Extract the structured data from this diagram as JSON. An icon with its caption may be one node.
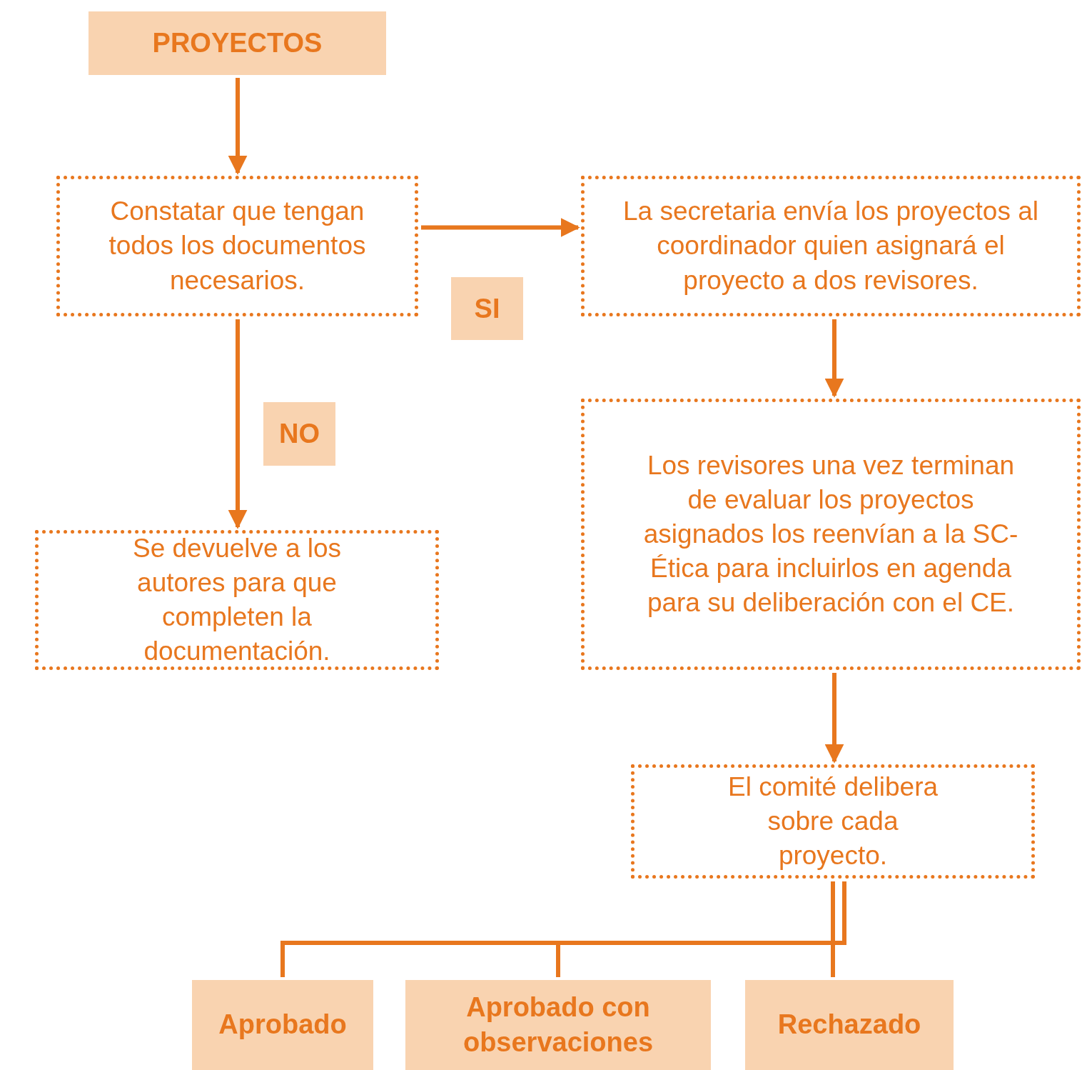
{
  "diagram": {
    "nodes": [
      {
        "text": [
          "PROYECTOS"
        ]
      },
      {
        "text": [
          "Constatar que tengan todos los documentos necesarios."
        ]
      },
      {
        "text": [
          "La secretaria envía los proyectos al coordinador quien asignará el proyecto a dos revisores."
        ]
      },
      {
        "text": [
          "Se devuelve a los autores para que completen la documentación."
        ]
      },
      {
        "text": [
          "Los revisores una vez terminan de evaluar los proyectos asignados los reenvían a la SC-Ética para incluirlos en agenda para su deliberación con el CE."
        ]
      },
      {
        "text": [
          "El comité delibera sobre cada proyecto."
        ]
      },
      {
        "text": [
          "Aprobado"
        ]
      },
      {
        "text": [
          "Aprobado con observaciones"
        ]
      },
      {
        "text": [
          "Rechazado"
        ]
      }
    ],
    "edges": [
      {
        "from": 0,
        "to": 1,
        "arrow": "to"
      },
      {
        "from": 1,
        "to": 2,
        "arrow": "to",
        "label": "SI"
      },
      {
        "from": 1,
        "to": 3,
        "arrow": "to",
        "label": "NO"
      },
      {
        "from": 2,
        "to": 4,
        "arrow": "to"
      },
      {
        "from": 4,
        "to": 5,
        "arrow": "to"
      },
      {
        "from": 5,
        "to": 6,
        "arrow": "none"
      },
      {
        "from": 5,
        "to": 7,
        "arrow": "none"
      },
      {
        "from": 5,
        "to": 8,
        "arrow": "none"
      }
    ]
  }
}
